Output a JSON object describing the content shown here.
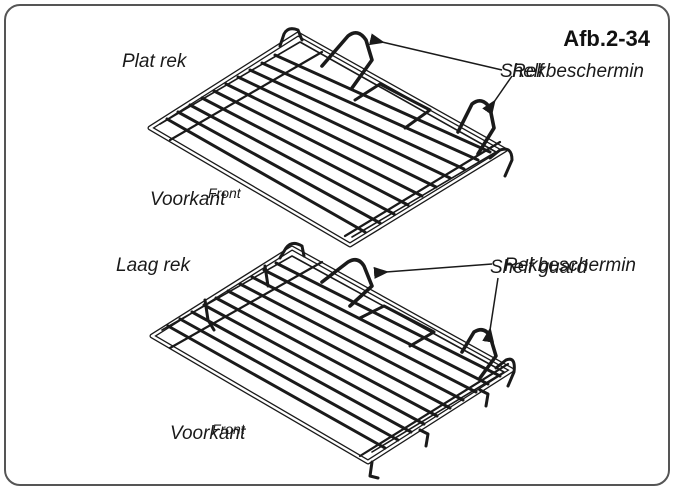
{
  "figure": {
    "title": "Afb.2-34"
  },
  "top_rack": {
    "name": "Plat rek",
    "guard_label_en": "Shelf",
    "guard_label_nl": "Rekbeschermin",
    "front_label_nl": "Voorkant",
    "front_label_en": "Front"
  },
  "bottom_rack": {
    "name": "Laag rek",
    "guard_label_en": "Shelf guard",
    "guard_label_nl": "Rekbeschermin",
    "front_label_nl": "Voorkant",
    "front_label_en": "Front"
  },
  "colors": {
    "line": "#1a1a1a",
    "frame": "#555555"
  }
}
